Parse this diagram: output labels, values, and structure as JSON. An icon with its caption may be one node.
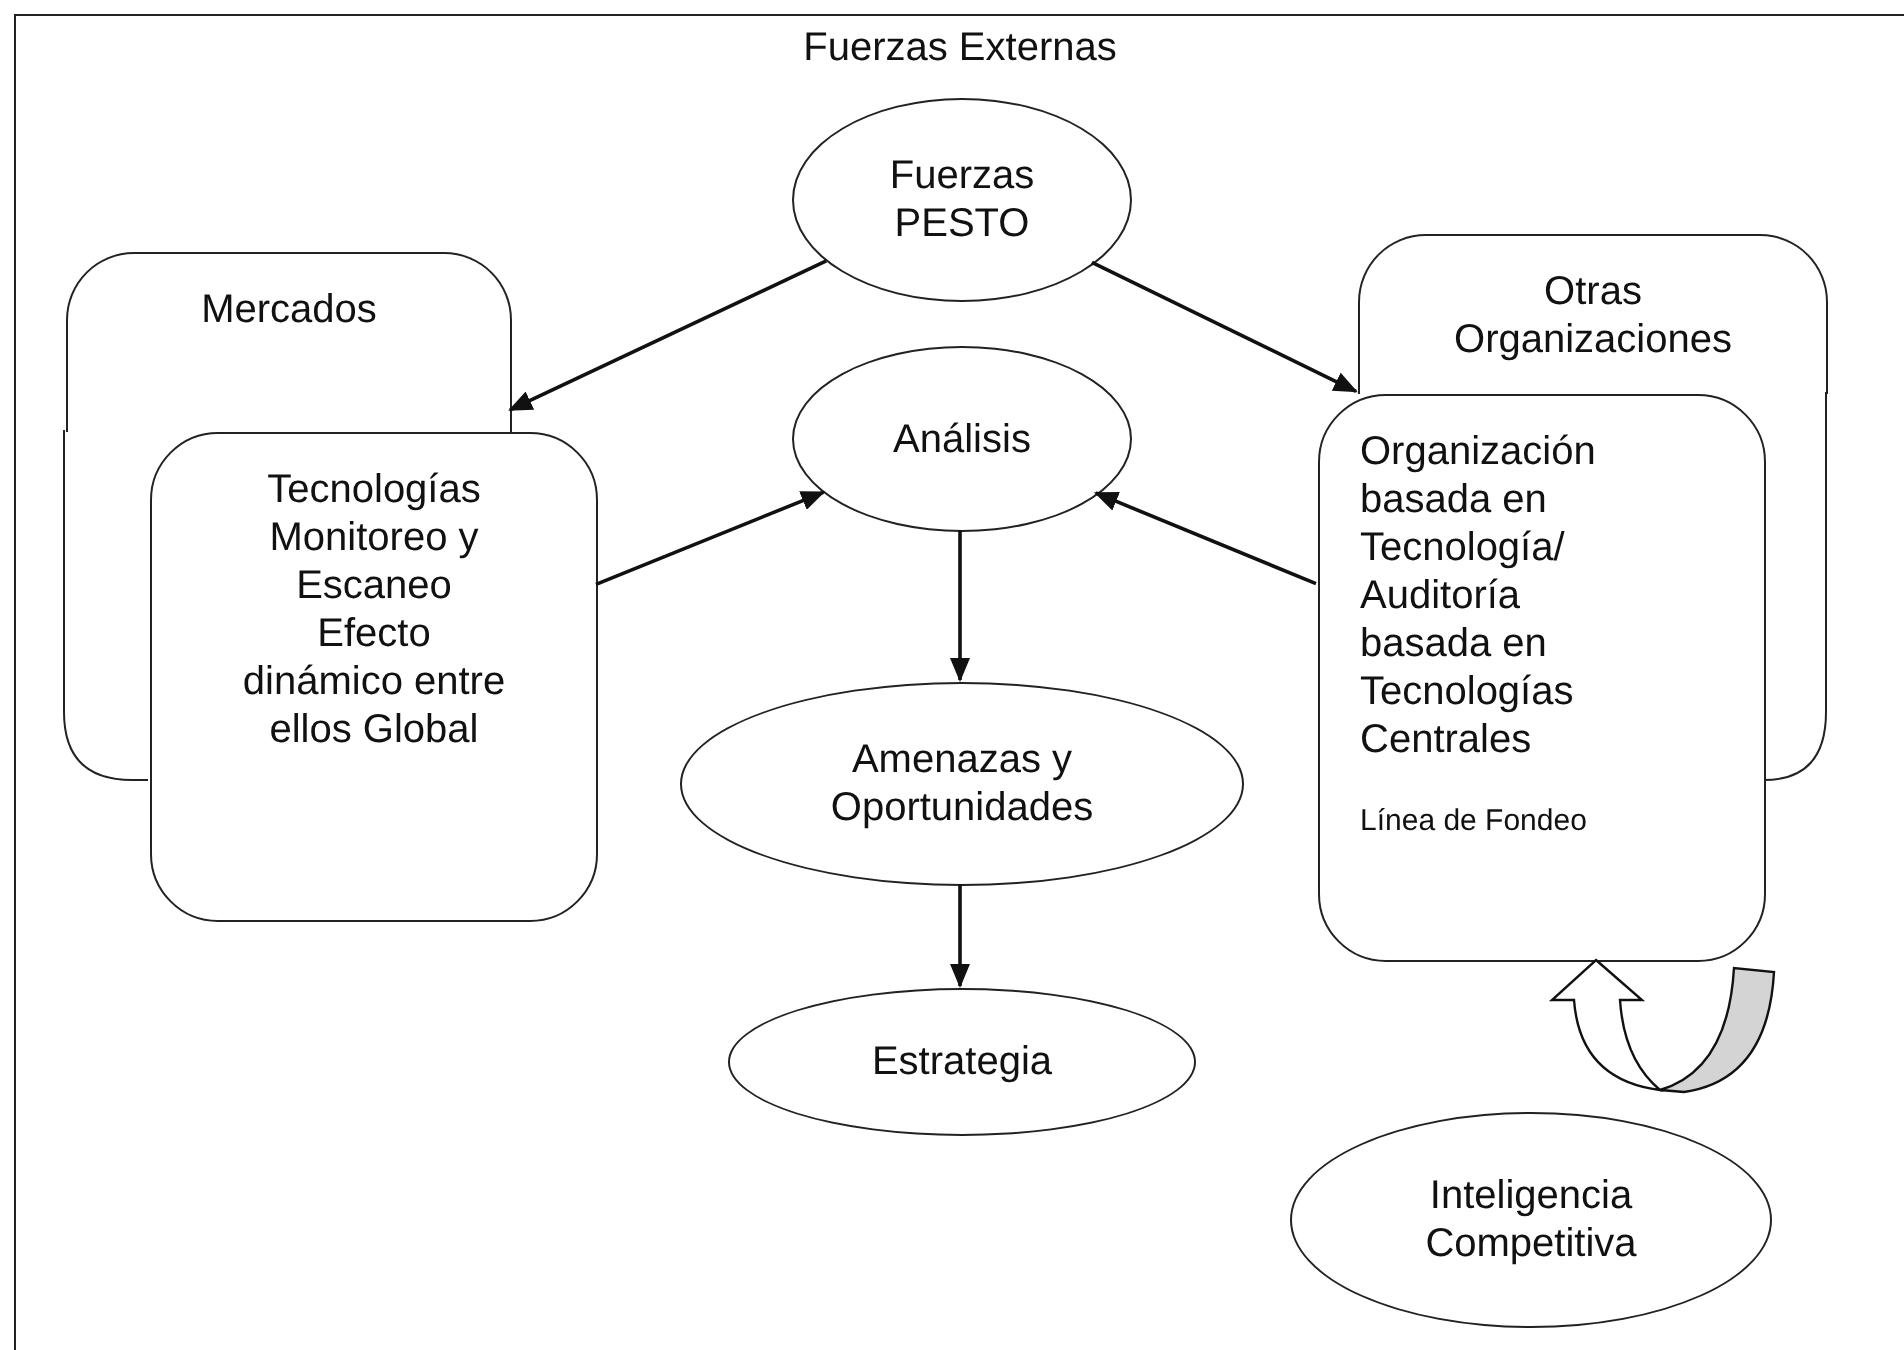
{
  "diagram": {
    "nodes": [
      {
        "text": [
          "Fuerzas Externas"
        ]
      },
      {
        "text": [
          "Fuerzas PESTO"
        ],
        "in": 0
      },
      {
        "text": [
          "Mercados"
        ],
        "in": 0
      },
      {
        "text": [
          "Tecnologías Monitoreo y Escaneo Efecto dinámico entre ellos Global"
        ],
        "in": 0
      },
      {
        "text": [
          "Otras Organizaciones"
        ],
        "in": 0
      },
      {
        "text": [
          "Organización basada en Tecnología/ Auditoría basada en Tecnologías Centrales",
          "Línea de Fondeo"
        ],
        "in": 0
      },
      {
        "text": [
          "Análisis"
        ],
        "in": 0
      },
      {
        "text": [
          "Amenazas y Oportunidades"
        ],
        "in": 0
      },
      {
        "text": [
          "Estrategia"
        ],
        "in": 0
      },
      {
        "text": [
          "Inteligencia Competitiva"
        ],
        "in": 0
      }
    ],
    "edges": [
      {
        "from": 1,
        "to": 2,
        "arrow": "to"
      },
      {
        "from": 1,
        "to": 4,
        "arrow": "to"
      },
      {
        "from": 3,
        "to": 6,
        "arrow": "to"
      },
      {
        "from": 5,
        "to": 6,
        "arrow": "to"
      },
      {
        "from": 6,
        "to": 7,
        "arrow": "to"
      },
      {
        "from": 7,
        "to": 8,
        "arrow": "to"
      },
      {
        "from": null,
        "to": 5,
        "arrow": "to"
      }
    ]
  }
}
